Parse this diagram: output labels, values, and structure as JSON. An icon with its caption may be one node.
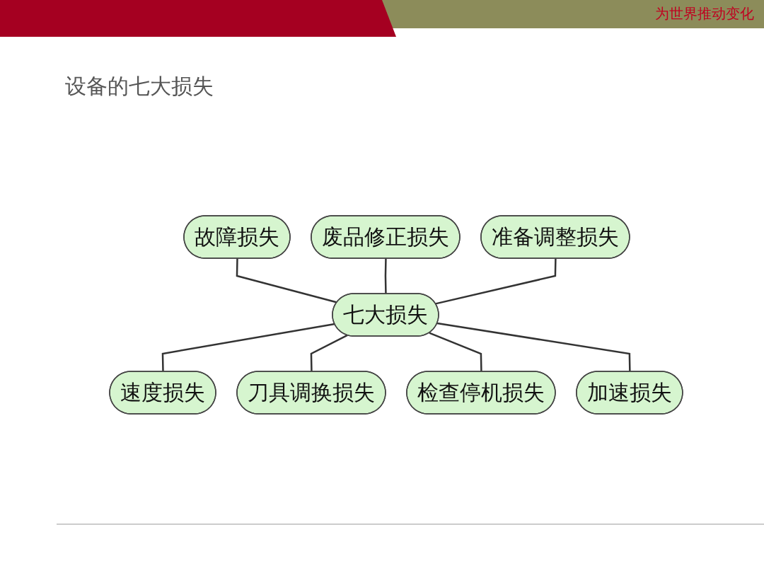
{
  "diagram": {
    "title": "设备的七大损失",
    "nodes": [
      {
        "text": [
          "故障损失"
        ]
      },
      {
        "text": [
          "废品修正损失"
        ]
      },
      {
        "text": [
          "准备调整损失"
        ]
      },
      {
        "text": [
          "七大损失"
        ]
      },
      {
        "text": [
          "速度损失"
        ]
      },
      {
        "text": [
          "刀具调换损失"
        ]
      },
      {
        "text": [
          "检查停机损失"
        ]
      },
      {
        "text": [
          "加速损失"
        ]
      }
    ],
    "edges": [
      {
        "from": 0,
        "to": 3,
        "arrow": "none"
      },
      {
        "from": 1,
        "to": 3,
        "arrow": "none"
      },
      {
        "from": 2,
        "to": 3,
        "arrow": "none"
      },
      {
        "from": 3,
        "to": 4,
        "arrow": "none"
      },
      {
        "from": 3,
        "to": 5,
        "arrow": "none"
      },
      {
        "from": 3,
        "to": 6,
        "arrow": "none"
      },
      {
        "from": 3,
        "to": 7,
        "arrow": "none"
      }
    ],
    "labels": [
      "为世界推动变化"
    ]
  }
}
